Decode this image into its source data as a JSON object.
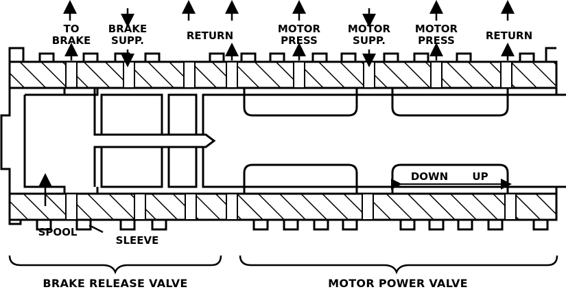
{
  "ports": [
    {
      "id": "to-brake",
      "line1": "TO",
      "line2": "BRAKE",
      "direction": "out"
    },
    {
      "id": "brake-supp",
      "line1": "BRAKE",
      "line2": "SUPP.",
      "direction": "in"
    },
    {
      "id": "return-1",
      "line1": "RETURN",
      "line2": "",
      "direction": "out"
    },
    {
      "id": "motor-press-1",
      "line1": "MOTOR",
      "line2": "PRESS",
      "direction": "out"
    },
    {
      "id": "motor-supp",
      "line1": "MOTOR",
      "line2": "SUPP.",
      "direction": "in"
    },
    {
      "id": "motor-press-2",
      "line1": "MOTOR",
      "line2": "PRESS",
      "direction": "out"
    },
    {
      "id": "return-2",
      "line1": "RETURN",
      "line2": "",
      "direction": "out"
    }
  ],
  "callouts": {
    "spool": "SPOOL",
    "sleeve": "SLEEVE",
    "down": "DOWN",
    "up": "UP"
  },
  "sections": {
    "brake_release": "BRAKE RELEASE VALVE",
    "motor_power": "MOTOR POWER VALVE"
  }
}
